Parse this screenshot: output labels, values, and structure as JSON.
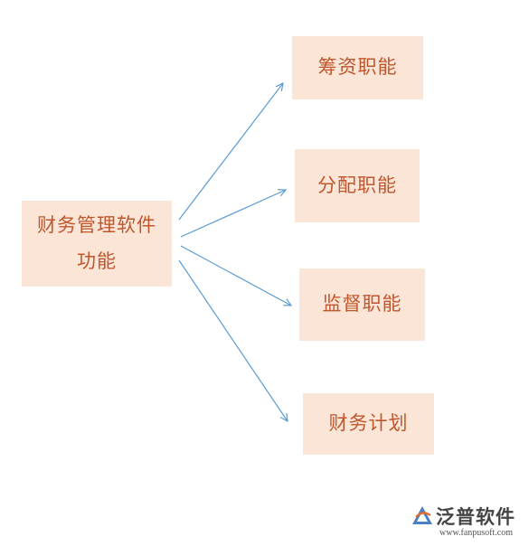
{
  "diagram": {
    "center": {
      "line1": "财务管理软件",
      "line2": "功能"
    },
    "targets": [
      {
        "label": "筹资职能"
      },
      {
        "label": "分配职能"
      },
      {
        "label": "监督职能"
      },
      {
        "label": "财务计划"
      }
    ],
    "colors": {
      "box_fill": "#fbe5d6",
      "box_text": "#c0562e",
      "arrow": "#5b9bd5"
    }
  },
  "logo": {
    "name": "泛普软件",
    "url": "www.fanpusoft.com",
    "icon": "fanpu-logo-icon"
  }
}
